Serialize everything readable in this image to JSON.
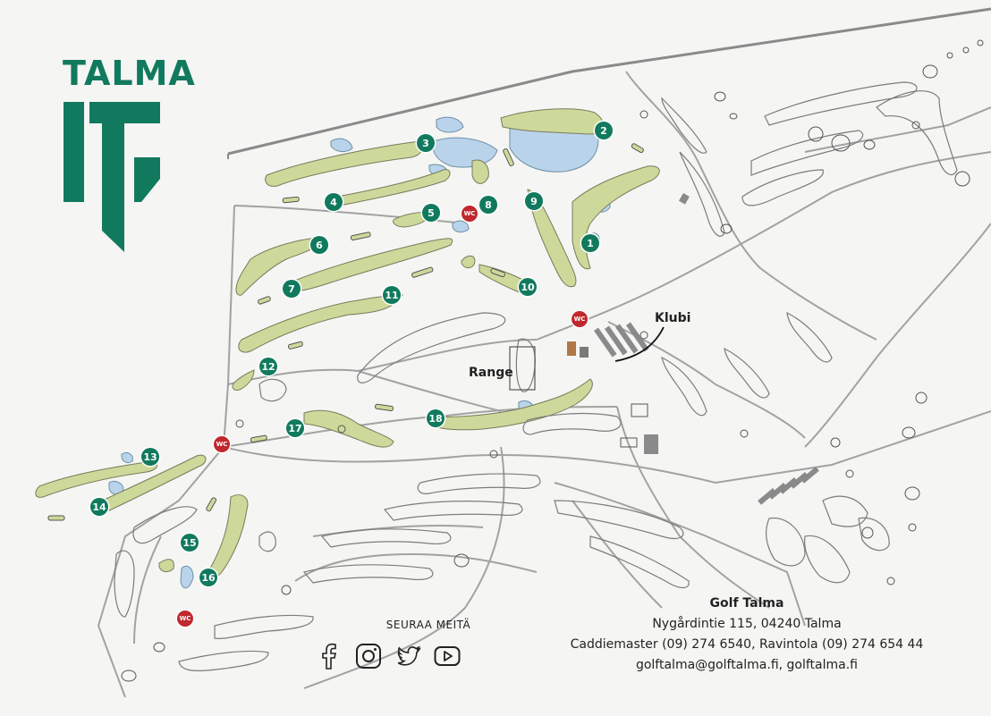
{
  "brand": {
    "name": "TALMA",
    "logo_icon": "talma-tg-logo"
  },
  "map_labels": {
    "clubhouse": "Klubi",
    "range": "Range"
  },
  "restroom_label": "WC",
  "holes": [
    "1",
    "2",
    "3",
    "4",
    "5",
    "6",
    "7",
    "8",
    "9",
    "10",
    "11",
    "12",
    "13",
    "14",
    "15",
    "16",
    "17",
    "18"
  ],
  "follow": {
    "heading": "SEURAA MEITÄ",
    "icons": [
      "facebook-icon",
      "instagram-icon",
      "twitter-icon",
      "youtube-icon"
    ]
  },
  "contact": {
    "name": "Golf Talma",
    "address": "Nygårdintie 115, 04240 Talma",
    "phones": "Caddiemaster (09) 274 6540, Ravintola (09) 274 654 44",
    "web": "golftalma@golftalma.fi, golftalma.fi"
  },
  "colors": {
    "fairway": "#cdd99a",
    "water": "#b9d4ea",
    "marker": "#117a5e",
    "restroom": "#c0282d",
    "road": "#9a9a9a",
    "background": "#f5f5f3"
  }
}
